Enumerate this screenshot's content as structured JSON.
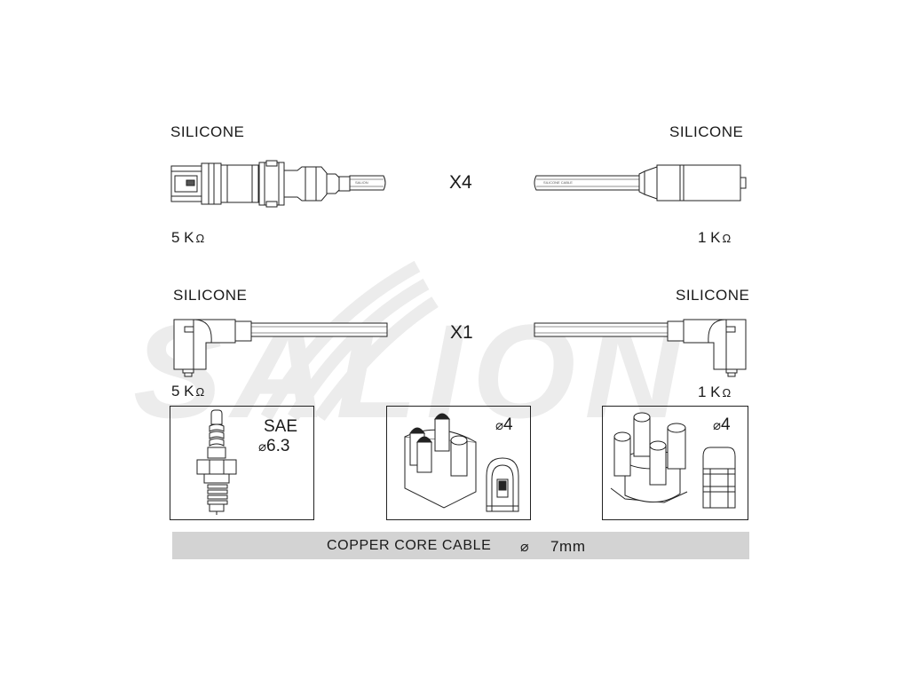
{
  "watermark": "SALION",
  "top_row": {
    "left_material": "SILICONE",
    "right_material": "SILICONE",
    "quantity": "X4",
    "left_resistance": "5 K",
    "right_resistance": "1 K",
    "left_cable_print": "SALION",
    "right_cable_print": "SILICONE CABLE"
  },
  "bottom_row": {
    "left_material": "SILICONE",
    "right_material": "SILICONE",
    "quantity": "X1",
    "left_resistance": "5 K",
    "right_resistance": "1 K"
  },
  "ohm_symbol": "Ω",
  "spark_plug_box": {
    "standard": "SAE",
    "diameter_symbol": "⌀",
    "diameter": "6.3"
  },
  "distributor_box_1": {
    "diameter_symbol": "⌀",
    "diameter": "4"
  },
  "distributor_box_2": {
    "diameter_symbol": "⌀",
    "diameter": "4"
  },
  "cable_banner": {
    "label": "COPPER CORE CABLE",
    "diameter_symbol": "⌀",
    "size": "7mm"
  }
}
